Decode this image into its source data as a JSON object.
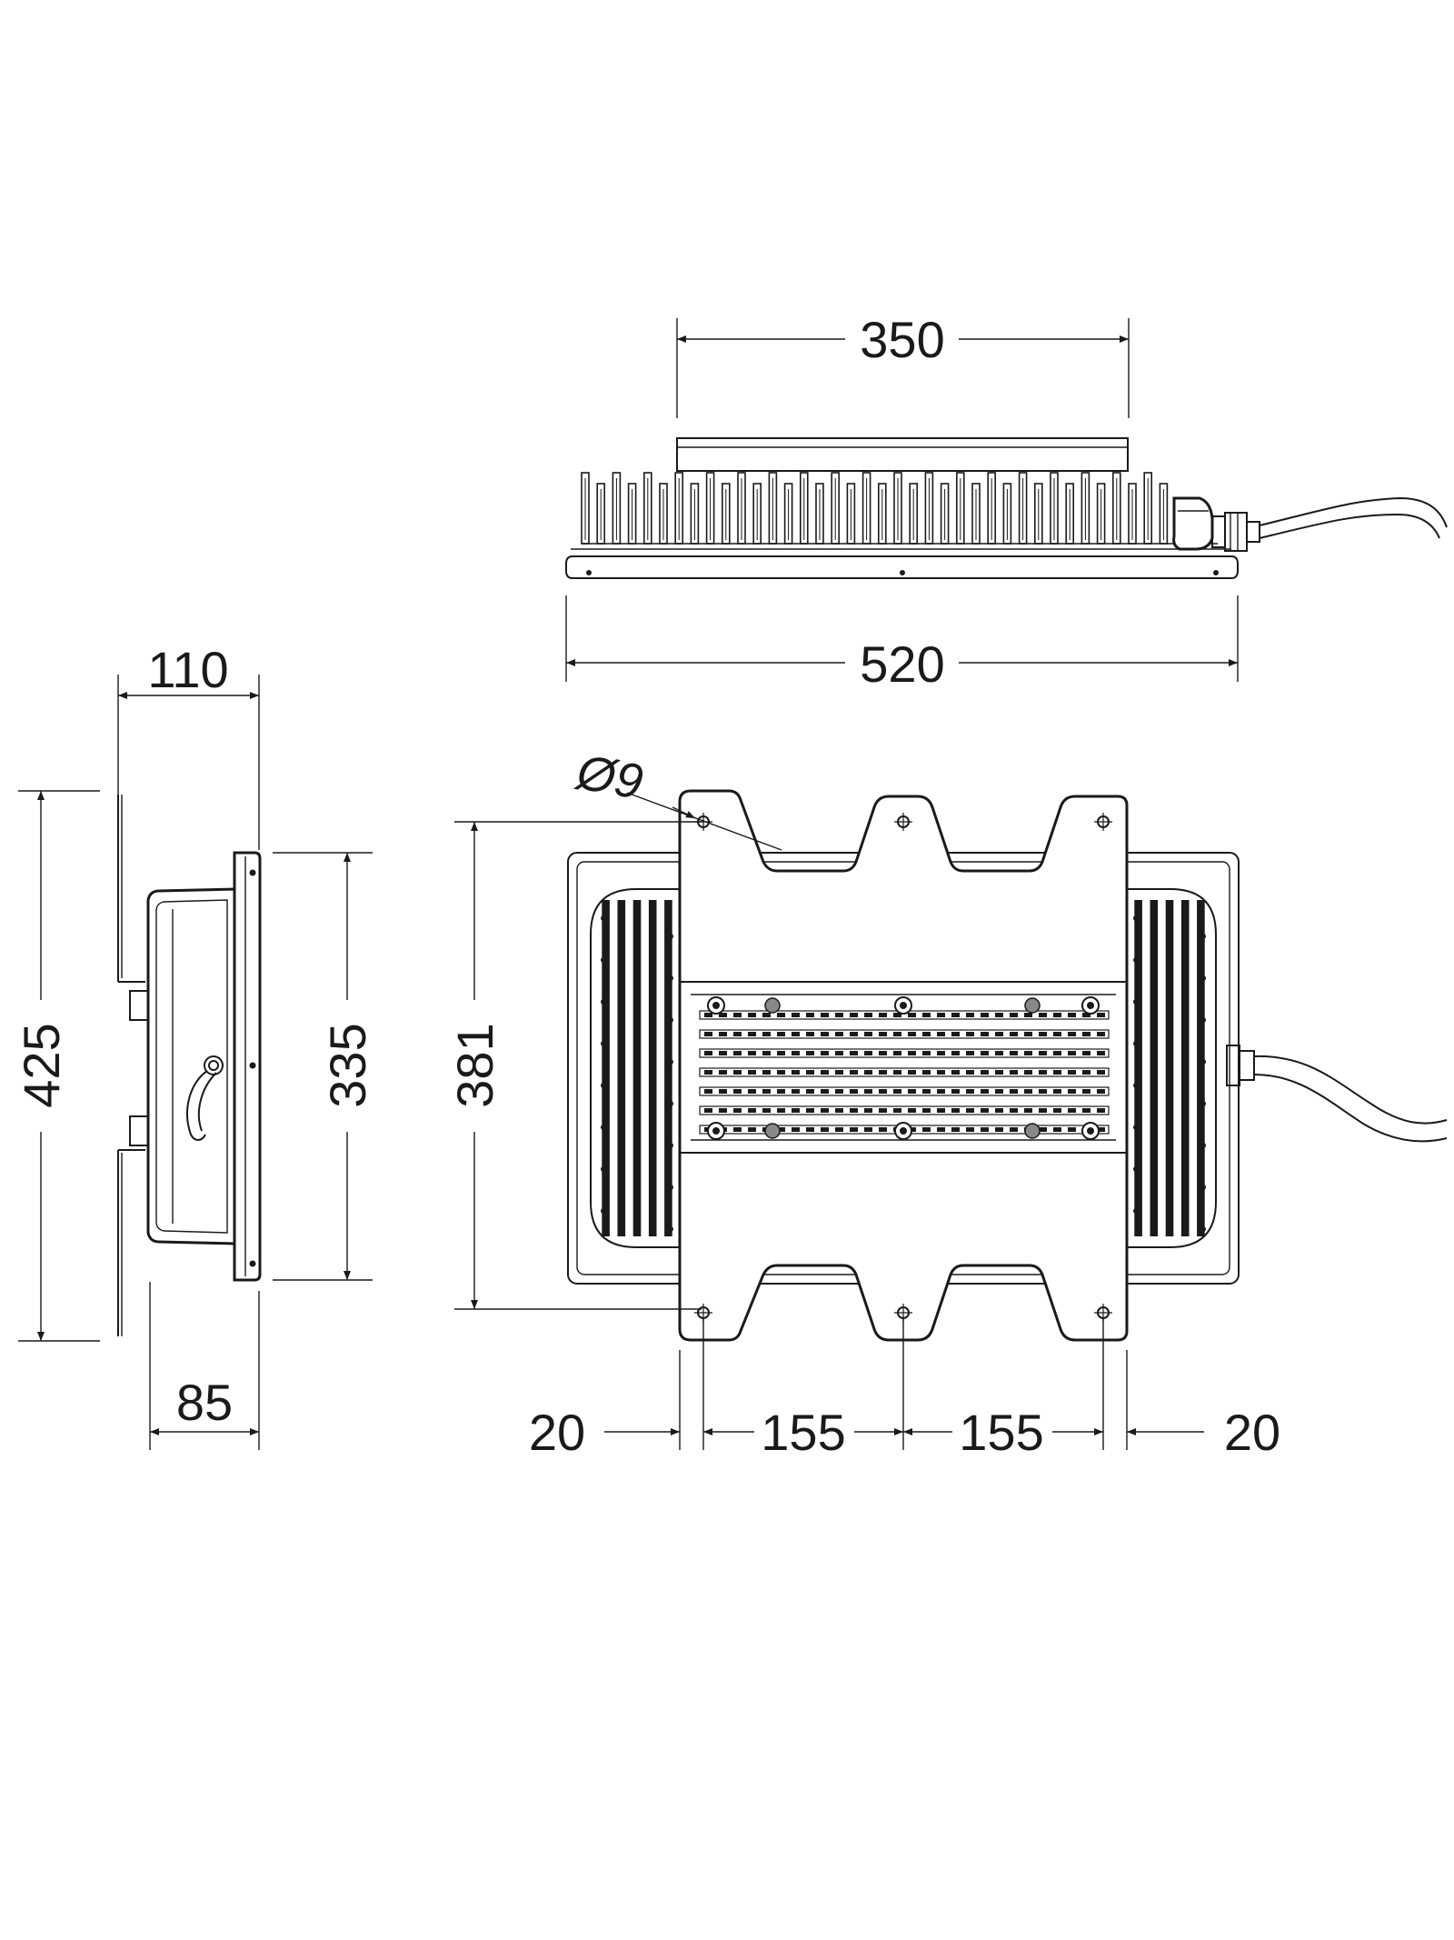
{
  "drawing": {
    "background": "#ffffff",
    "stroke_color": "#1a1a1a",
    "top_view": {
      "dim_top": "350",
      "dim_bottom": "520"
    },
    "side_view": {
      "dim_top": "110",
      "dim_left": "425",
      "dim_right": "335",
      "dim_bottom": "85"
    },
    "front_view": {
      "hole_diameter": "Ø9",
      "dim_height": "381",
      "dim_edge_left": "20",
      "dim_span_left": "155",
      "dim_span_right": "155",
      "dim_edge_right": "20"
    }
  }
}
